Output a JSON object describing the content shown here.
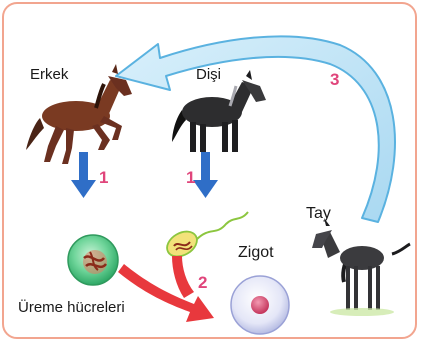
{
  "labels": {
    "male": "Erkek",
    "female": "Dişi",
    "foal": "Tay",
    "zygote": "Zigot",
    "gametes": "Üreme hücreleri"
  },
  "step_numbers": {
    "male_to_gamete": "1",
    "female_to_gamete": "1",
    "fertilization": "2",
    "growth": "3"
  },
  "colors": {
    "frame": "#f2a58f",
    "cycle_arrow": "#bfe3f5",
    "cycle_arrow_edge": "#5ab2e0",
    "down_arrow": "#2f6ec7",
    "fert_arrow": "#e8383d",
    "step_number": "#e0457b",
    "zygote": "#e9eaf6",
    "zygote_nucleus": "#d94d6e",
    "egg_cell": "#4cc98a"
  }
}
